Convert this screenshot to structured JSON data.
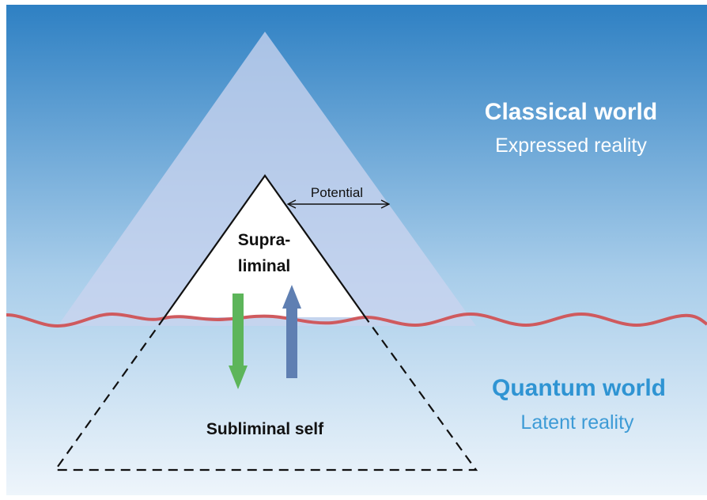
{
  "labels": {
    "classical_title": "Classical world",
    "classical_subtitle": "Expressed reality",
    "quantum_title": "Quantum world",
    "quantum_subtitle": "Latent reality",
    "potential": "Potential",
    "supraliminal_line1": "Supra-",
    "supraliminal_line2": "liminal",
    "subliminal": "Subliminal self"
  },
  "colors": {
    "sky_top": "#2e80c3",
    "sky_bottom": "#eef5fb",
    "potential_cone": "#c9d4ee",
    "wave": "#cf5a5e",
    "arrow_down": "#5db55a",
    "arrow_up": "#5f7fb2",
    "classical_text": "#ffffff",
    "quantum_title_text": "#2f94d3",
    "quantum_subtitle_text": "#3d9bd6",
    "outline": "#111111"
  },
  "icons": {
    "down_arrow": "down-arrow-icon",
    "up_arrow": "up-arrow-icon",
    "potential_arrow": "double-arrow-icon"
  }
}
